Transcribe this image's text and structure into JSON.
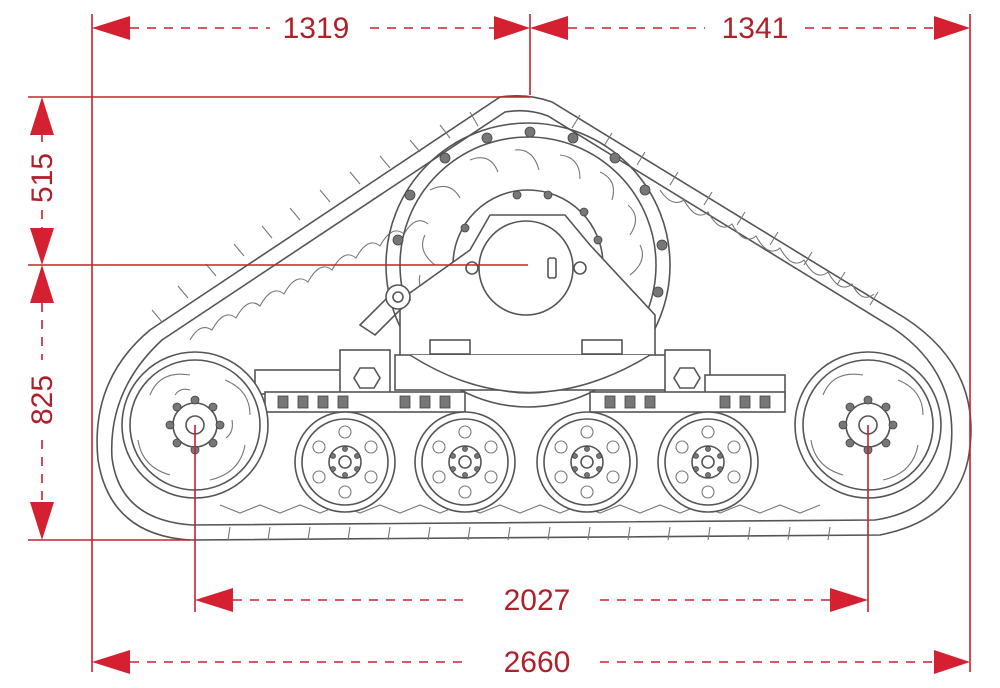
{
  "dimensions": {
    "top_left_width": "1319",
    "top_right_width": "1341",
    "upper_height": "515",
    "lower_height": "825",
    "wheelbase": "2027",
    "overall_length": "2660"
  },
  "colors": {
    "dimension_red": "#c8202c",
    "line_gray": "#555555"
  }
}
